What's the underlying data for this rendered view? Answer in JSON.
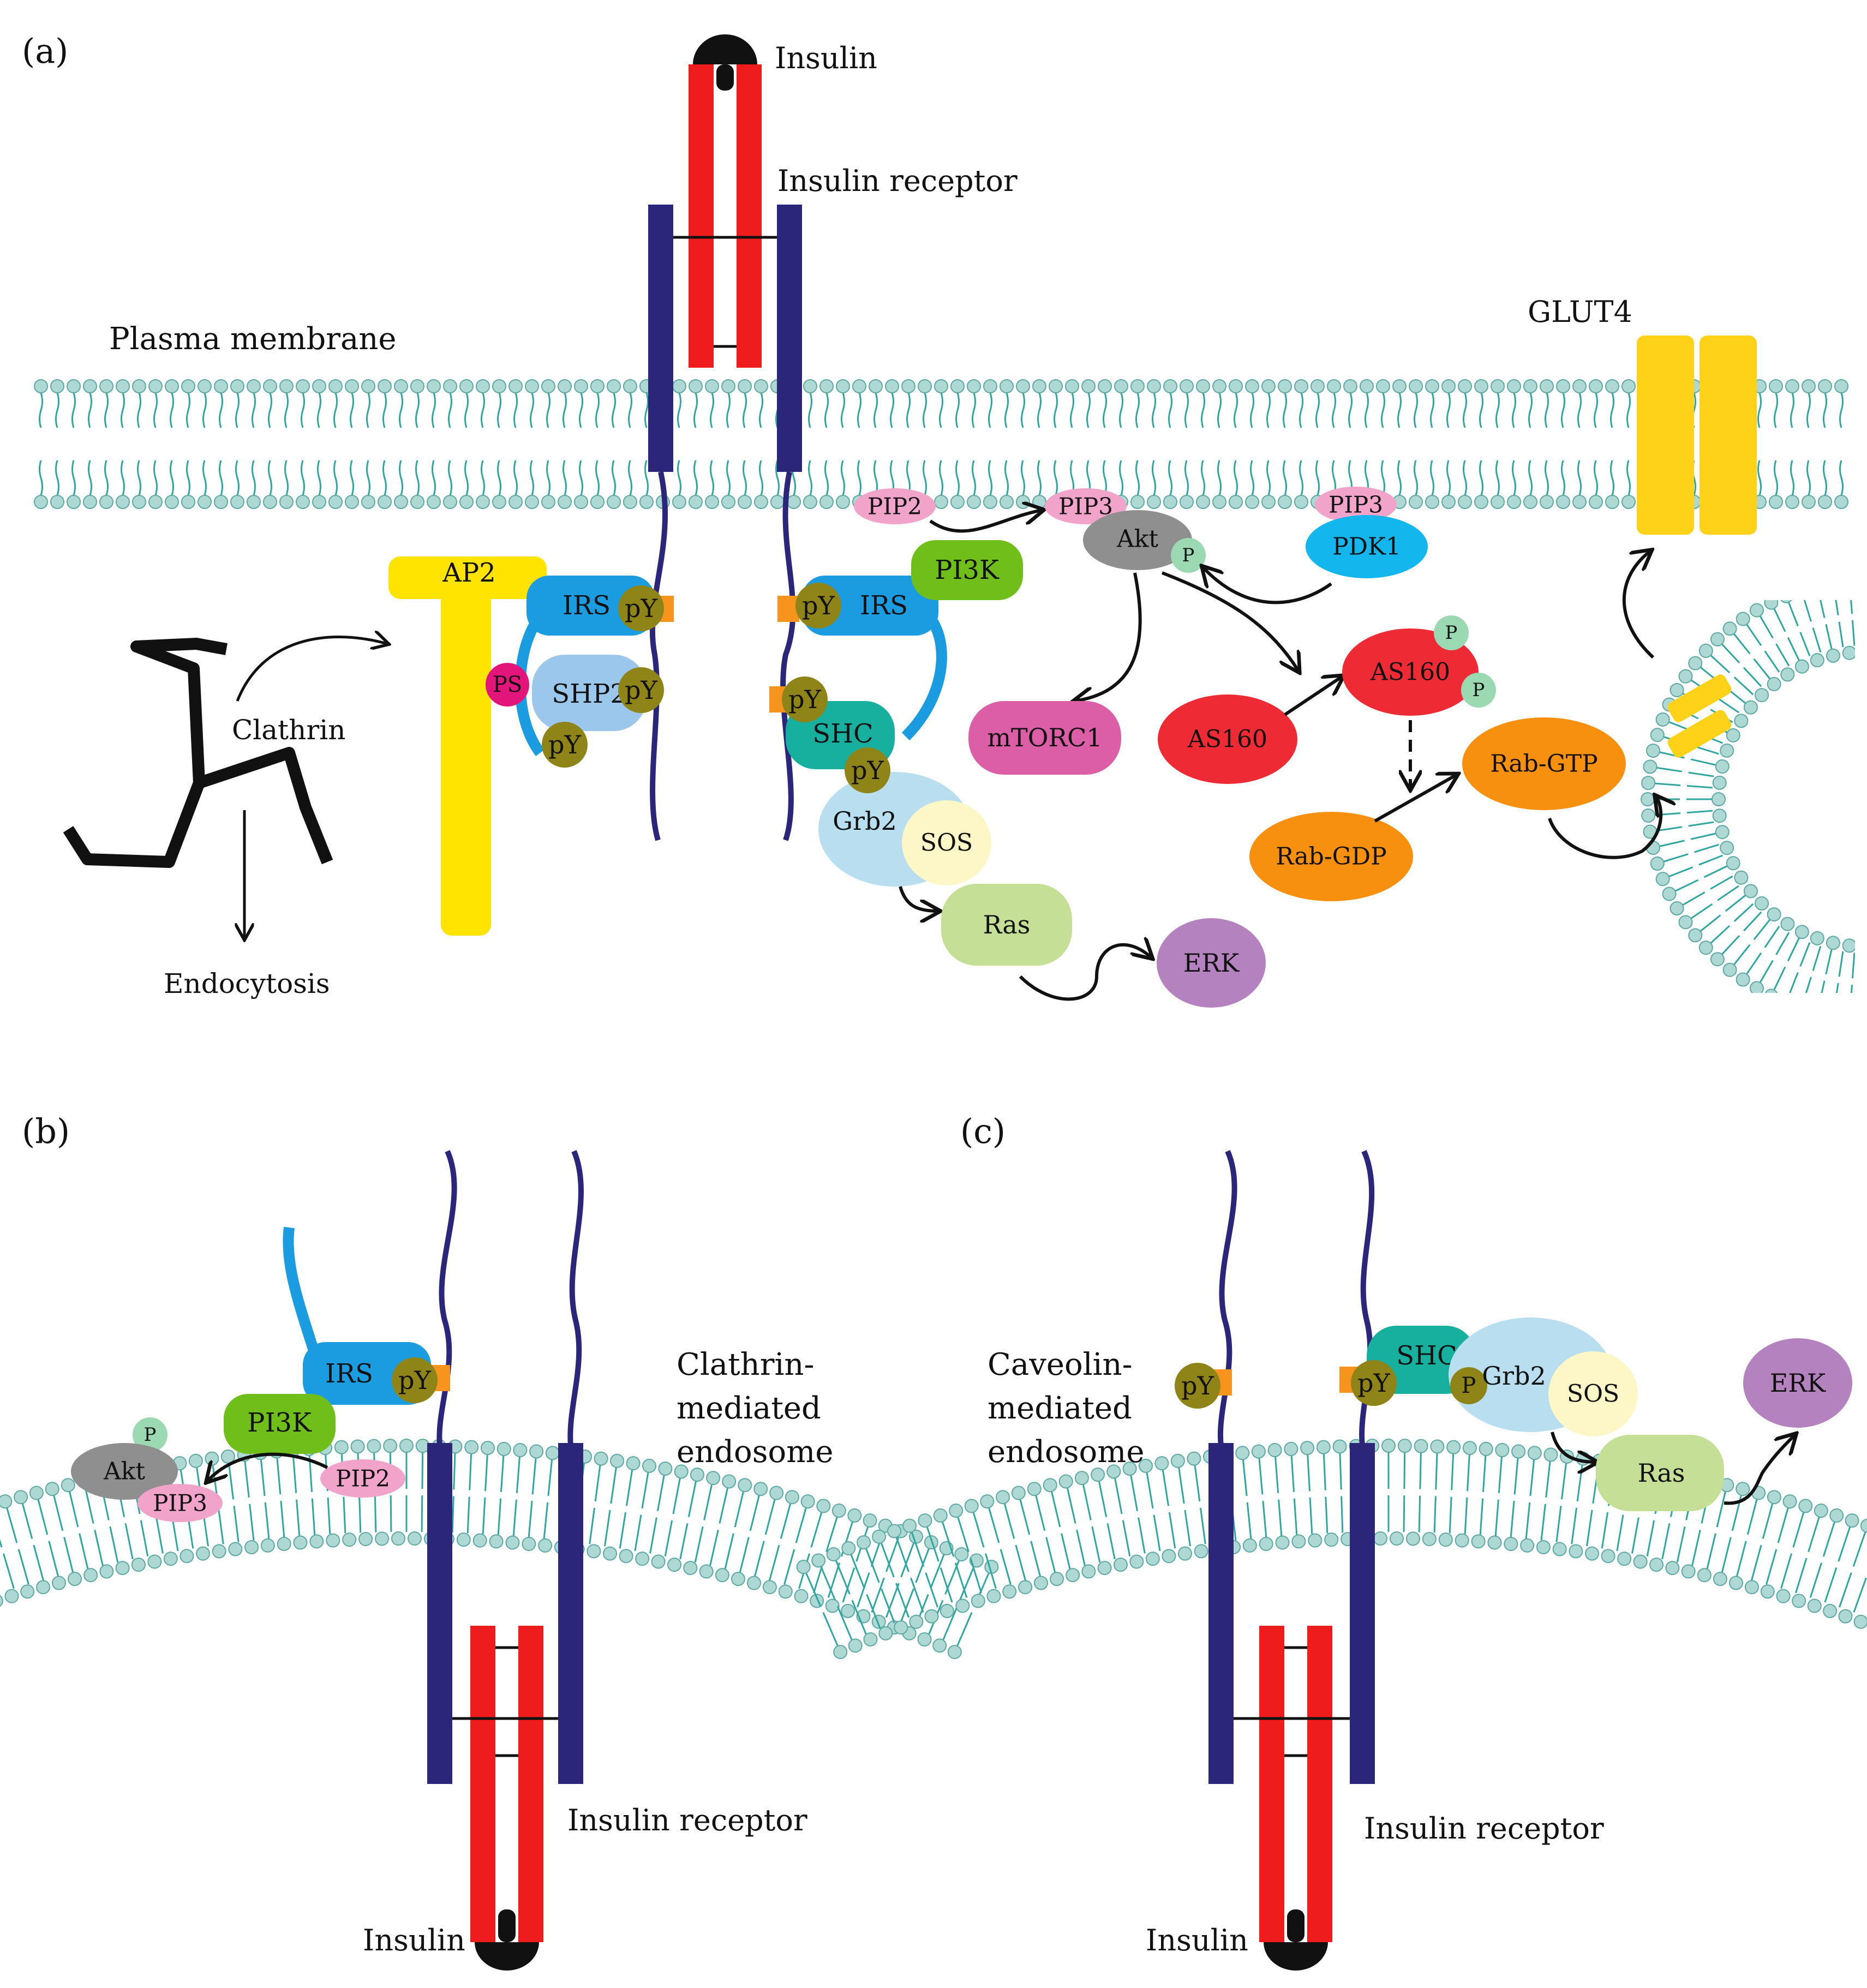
{
  "colors": {
    "membrane_head": "#aed8d4",
    "membrane_head_stroke": "#5ea9a3",
    "membrane_tail": "#2fa6a0",
    "receptor_beta": "#2b2679",
    "receptor_alpha": "#ee1c1c",
    "insulin": "#111111",
    "irs": "#1b9be0",
    "ap2": "#ffe400",
    "shp2": "#9cc7ec",
    "py": "#8f8418",
    "ps": "#e4157a",
    "phospho": "#9bd9b2",
    "pi3k": "#6fbe1a",
    "pip": "#f2a3c9",
    "akt": "#8f8f8f",
    "pdk1": "#13b7ee",
    "as160": "#ee2b35",
    "mtorc1": "#db5ea6",
    "rab": "#f7900f",
    "shc": "#17b09e",
    "grb2": "#b8def0",
    "sos": "#fdf6c6",
    "ras": "#c5df96",
    "erk": "#b482bf",
    "glut4": "#ffd21a",
    "clathrin": "#111111",
    "tyr_tag": "#f7941d"
  },
  "panel_a": {
    "tag": "(a)",
    "insulin": "Insulin",
    "receptor": "Insulin receptor",
    "membrane": "Plasma membrane",
    "glut4": "GLUT4",
    "clathrin": "Clathrin",
    "endocytosis": "Endocytosis",
    "ap2": "AP2",
    "irs_left": "IRS",
    "py_irs_left": "pY",
    "ps": "PS",
    "shp2": "SHP2",
    "py_shp2": "pY",
    "py_shp2_bottom": "pY",
    "py_irs_right": "pY",
    "irs_right": "IRS",
    "pi3k": "PI3K",
    "py_shc_top": "pY",
    "shc": "SHC",
    "py_shc": "pY",
    "grb2": "Grb2",
    "sos": "SOS",
    "ras": "Ras",
    "erk": "ERK",
    "pip2": "PIP2",
    "pip3": "PIP3",
    "akt": "Akt",
    "p_akt": "P",
    "pip3_pdk": "PIP3",
    "pdk1": "PDK1",
    "mtorc1": "mTORC1",
    "as160": "AS160",
    "as160_p": "AS160",
    "p1": "P",
    "p2": "P",
    "rab_gtp": "Rab-GTP",
    "rab_gdp": "Rab-GDP"
  },
  "panel_b": {
    "tag": "(b)",
    "endosome_lines": [
      "Clathrin-",
      "mediated",
      "endosome"
    ],
    "irs": "IRS",
    "py": "pY",
    "pi3k": "PI3K",
    "p": "P",
    "akt": "Akt",
    "pip3": "PIP3",
    "pip2": "PIP2",
    "receptor": "Insulin receptor",
    "insulin": "Insulin"
  },
  "panel_c": {
    "tag": "(c)",
    "endosome_lines": [
      "Caveolin-",
      "mediated",
      "endosome"
    ],
    "py_left": "pY",
    "py_right": "pY",
    "shc": "SHC",
    "p": "P",
    "grb2": "Grb2",
    "sos": "SOS",
    "ras": "Ras",
    "erk": "ERK",
    "receptor": "Insulin receptor",
    "insulin": "Insulin"
  }
}
